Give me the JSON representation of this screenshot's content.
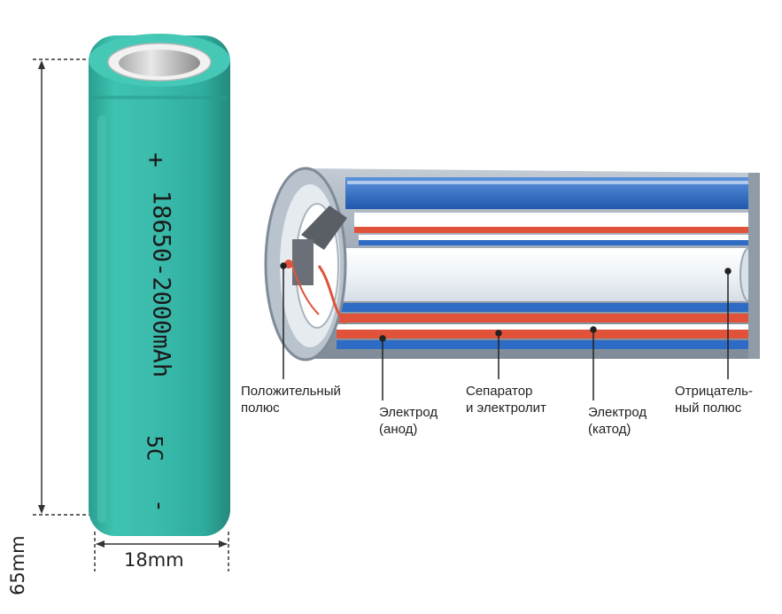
{
  "dimensions": {
    "height_label": "65mm",
    "width_label": "18mm"
  },
  "battery": {
    "body_color": "#35b4a4",
    "plus_sign": "+",
    "model_text": "18650-2000mAh",
    "rate_text": "5C",
    "minus_sign": "-"
  },
  "cutaway": {
    "callouts": [
      {
        "line1": "Положительный",
        "line2": "полюс"
      },
      {
        "line1": "Электрод",
        "line2": "(анод)"
      },
      {
        "line1": "Сепаратор",
        "line2": "и электролит"
      },
      {
        "line1": "Электрод",
        "line2": "(катод)"
      },
      {
        "line1": "Отрицатель-",
        "line2": "ный полюс"
      }
    ],
    "colors": {
      "electrode_red": "#e0533a",
      "electrode_blue": "#2d6bc4",
      "shell_gray": "#9aa6b2"
    }
  }
}
